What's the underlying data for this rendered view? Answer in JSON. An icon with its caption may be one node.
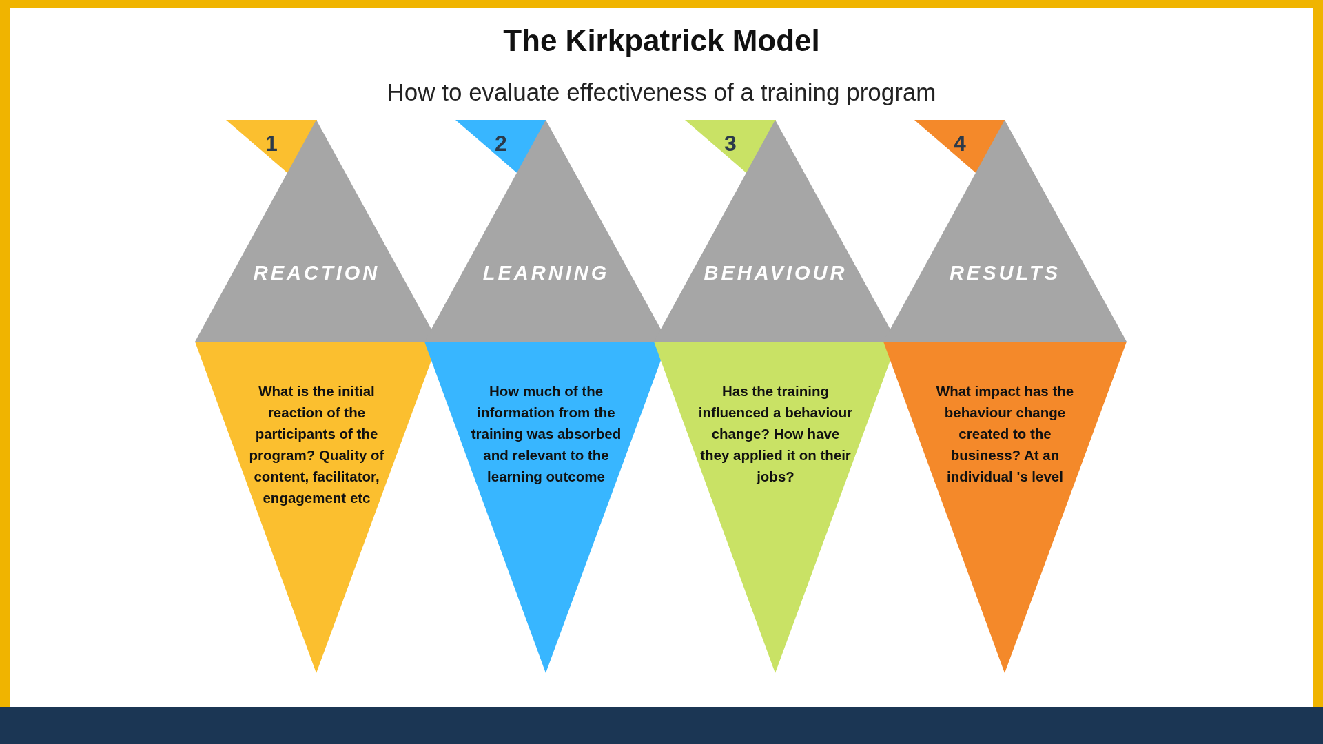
{
  "diagram": {
    "title": "The Kirkpatrick Model",
    "caption": "How to evaluate effectiveness of a training program",
    "nodes": [
      {
        "text": [
          "1"
        ]
      },
      {
        "text": [
          "REACTION"
        ]
      },
      {
        "text": [
          "What is the initial reaction of the participants of the program? Quality of content, facilitator, engagement etc"
        ]
      },
      {
        "text": [
          "2"
        ]
      },
      {
        "text": [
          "LEARNING"
        ]
      },
      {
        "text": [
          "How much of the information from the training was absorbed and relevant to the learning outcome"
        ]
      },
      {
        "text": [
          "3"
        ]
      },
      {
        "text": [
          "BEHAVIOUR"
        ]
      },
      {
        "text": [
          "Has the training influenced a behaviour change? How have they applied it on their jobs?"
        ]
      },
      {
        "text": [
          "4"
        ]
      },
      {
        "text": [
          "RESULTS"
        ]
      },
      {
        "text": [
          "What impact has the behaviour change created to the business? At an individual 's level"
        ]
      }
    ]
  }
}
